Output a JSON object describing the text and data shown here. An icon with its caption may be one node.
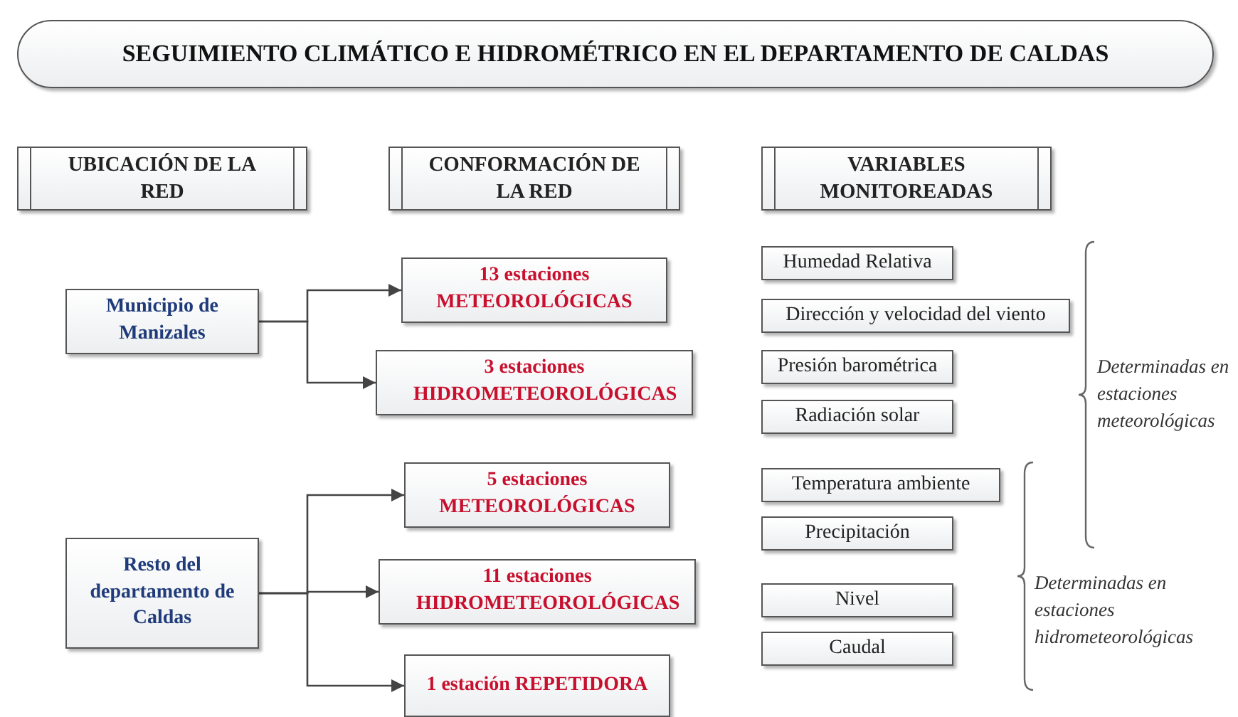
{
  "diagram": {
    "title": "SEGUIMIENTO CLIMÁTICO E HIDROMÉTRICO EN EL DEPARTAMENTO DE CALDAS",
    "nodes": [
      {
        "text": [
          "UBICACIÓN DE LA RED"
        ]
      },
      {
        "text": [
          "CONFORMACIÓN DE LA RED"
        ]
      },
      {
        "text": [
          "VARIABLES MONITOREADAS"
        ]
      },
      {
        "text": [
          "Municipio de Manizales"
        ]
      },
      {
        "text": [
          "13 estaciones METEOROLÓGICAS"
        ]
      },
      {
        "text": [
          "3 estaciones HIDROMETEOROLÓGICAS"
        ]
      },
      {
        "text": [
          "Resto del departamento de Caldas"
        ]
      },
      {
        "text": [
          "5 estaciones METEOROLÓGICAS"
        ]
      },
      {
        "text": [
          "11 estaciones HIDROMETEOROLÓGICAS"
        ]
      },
      {
        "text": [
          "1 estación REPETIDORA"
        ]
      },
      {
        "text": [
          "Humedad Relativa"
        ]
      },
      {
        "text": [
          "Dirección y velocidad del viento"
        ]
      },
      {
        "text": [
          "Presión barométrica"
        ]
      },
      {
        "text": [
          "Radiación solar"
        ]
      },
      {
        "text": [
          "Temperatura ambiente"
        ]
      },
      {
        "text": [
          "Precipitación"
        ]
      },
      {
        "text": [
          "Nivel"
        ]
      },
      {
        "text": [
          "Caudal"
        ]
      }
    ],
    "edges": [
      {
        "from": 3,
        "to": 4,
        "arrow": "to"
      },
      {
        "from": 3,
        "to": 5,
        "arrow": "to"
      },
      {
        "from": 6,
        "to": 7,
        "arrow": "to"
      },
      {
        "from": 6,
        "to": 8,
        "arrow": "to"
      },
      {
        "from": 6,
        "to": 9,
        "arrow": "to"
      }
    ],
    "labels": [
      "Determinadas en estaciones meteorológicas",
      "Determinadas en estaciones hidrometeorológicas"
    ]
  }
}
